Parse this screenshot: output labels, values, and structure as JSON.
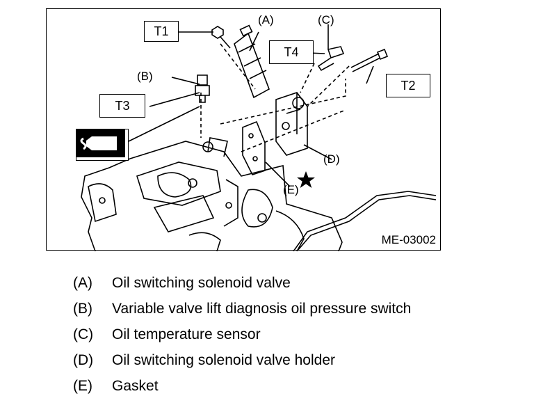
{
  "figure": {
    "code": "ME-03002",
    "torque_labels": [
      "T1",
      "T2",
      "T3",
      "T4"
    ],
    "callouts": [
      "(A)",
      "(B)",
      "(C)",
      "(D)",
      "(E)"
    ],
    "icons": [
      "sealant-tube-icon",
      "star-icon"
    ]
  },
  "legend": [
    {
      "key": "(A)",
      "text": "Oil switching solenoid valve"
    },
    {
      "key": "(B)",
      "text": "Variable valve lift diagnosis oil pressure switch"
    },
    {
      "key": "(C)",
      "text": "Oil temperature sensor"
    },
    {
      "key": "(D)",
      "text": "Oil switching solenoid valve holder"
    },
    {
      "key": "(E)",
      "text": "Gasket"
    }
  ]
}
